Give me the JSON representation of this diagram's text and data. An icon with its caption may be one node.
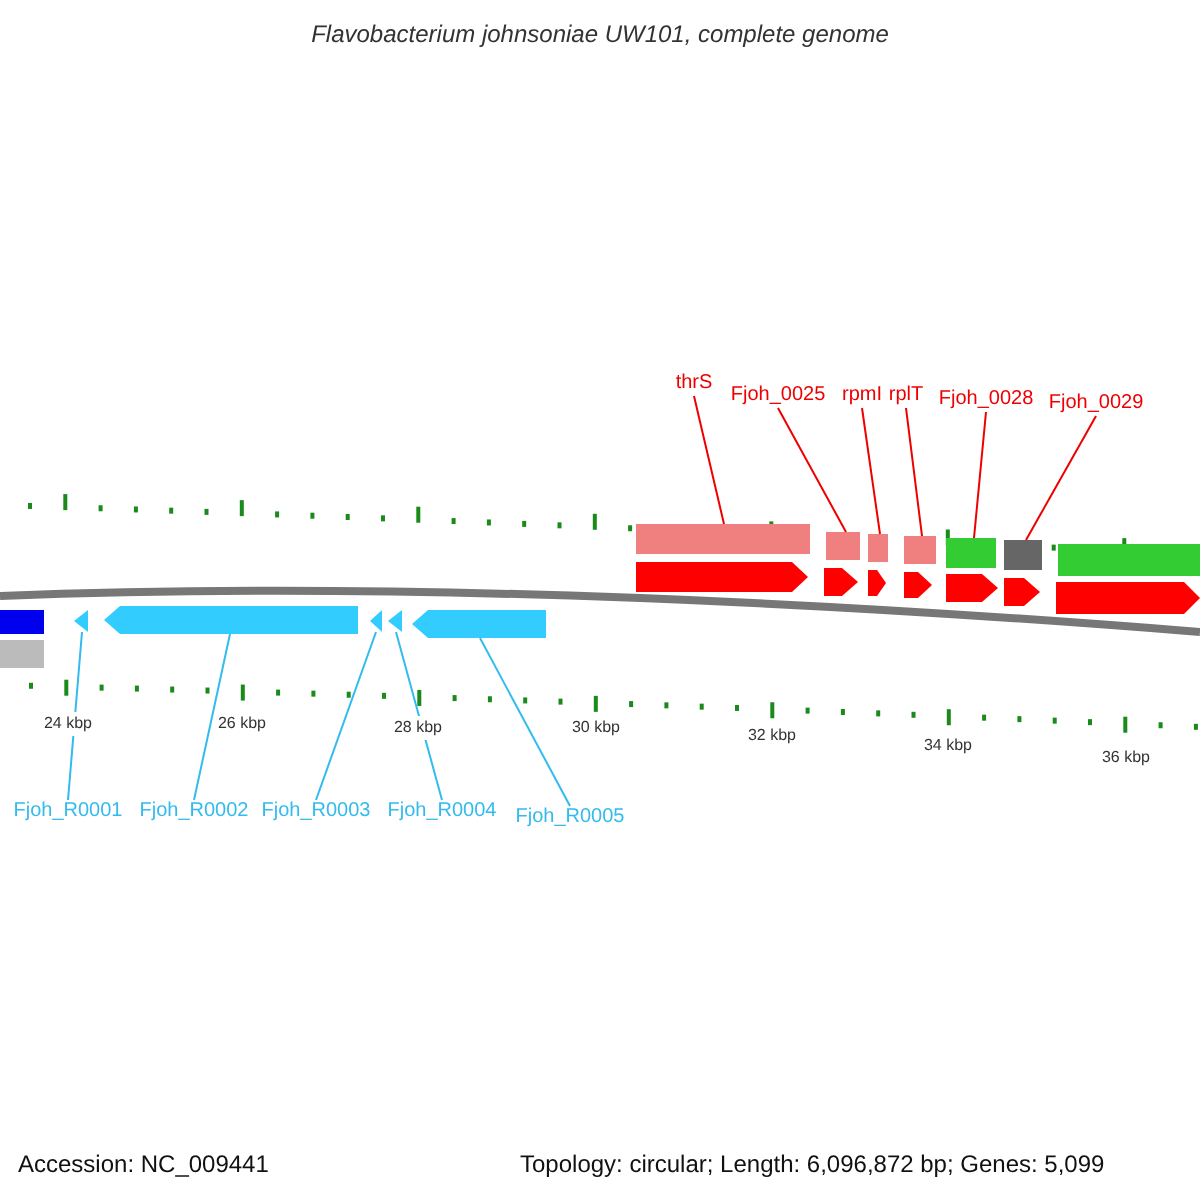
{
  "diagram": {
    "title": "Flavobacterium johnsoniae UW101, complete genome",
    "nodes": [
      {
        "text": [
          "thrS"
        ]
      },
      {
        "text": [
          "Fjoh_0025"
        ]
      },
      {
        "text": [
          "rpmI"
        ]
      },
      {
        "text": [
          "rplT"
        ]
      },
      {
        "text": [
          "Fjoh_0028"
        ]
      },
      {
        "text": [
          "Fjoh_0029"
        ]
      },
      {
        "text": [],
        "shape": "bar"
      },
      {
        "text": [],
        "shape": "bar"
      },
      {
        "text": [],
        "shape": "bar"
      },
      {
        "text": [],
        "shape": "bar"
      },
      {
        "text": [],
        "shape": "bar"
      },
      {
        "text": [],
        "shape": "bar"
      },
      {
        "text": [],
        "shape": "arrow"
      },
      {
        "text": [],
        "shape": "arrow"
      },
      {
        "text": [],
        "shape": "arrow"
      },
      {
        "text": [],
        "shape": "arrow"
      },
      {
        "text": [],
        "shape": "arrow"
      },
      {
        "text": [
          "Fjoh_R0001"
        ]
      },
      {
        "text": [
          "Fjoh_R0002"
        ]
      },
      {
        "text": [
          "Fjoh_R0003"
        ]
      },
      {
        "text": [
          "Fjoh_R0004"
        ]
      },
      {
        "text": [
          "Fjoh_R0005"
        ]
      }
    ],
    "edges": [
      {
        "from": 0,
        "to": 6,
        "arrow": "none"
      },
      {
        "from": 1,
        "to": 7,
        "arrow": "none"
      },
      {
        "from": 2,
        "to": 8,
        "arrow": "none"
      },
      {
        "from": 3,
        "to": 9,
        "arrow": "none"
      },
      {
        "from": 4,
        "to": 10,
        "arrow": "none"
      },
      {
        "from": 5,
        "to": 11,
        "arrow": "none"
      },
      {
        "from": 17,
        "to": 12,
        "arrow": "none",
        "color": "#33bbee"
      },
      {
        "from": 18,
        "to": 13,
        "arrow": "none",
        "color": "#33bbee"
      },
      {
        "from": 19,
        "to": 14,
        "arrow": "none",
        "color": "#33bbee"
      },
      {
        "from": 20,
        "to": 15,
        "arrow": "none",
        "color": "#33bbee"
      },
      {
        "from": 21,
        "to": 16,
        "arrow": "none",
        "color": "#33bbee"
      }
    ],
    "labels": [
      "24 kbp",
      "26 kbp",
      "28 kbp",
      "30 kbp",
      "32 kbp",
      "34 kbp",
      "36 kbp",
      "Accession: NC_009441",
      "Topology: circular; Length: 6,096,872 bp; Genes: 5,099"
    ]
  }
}
